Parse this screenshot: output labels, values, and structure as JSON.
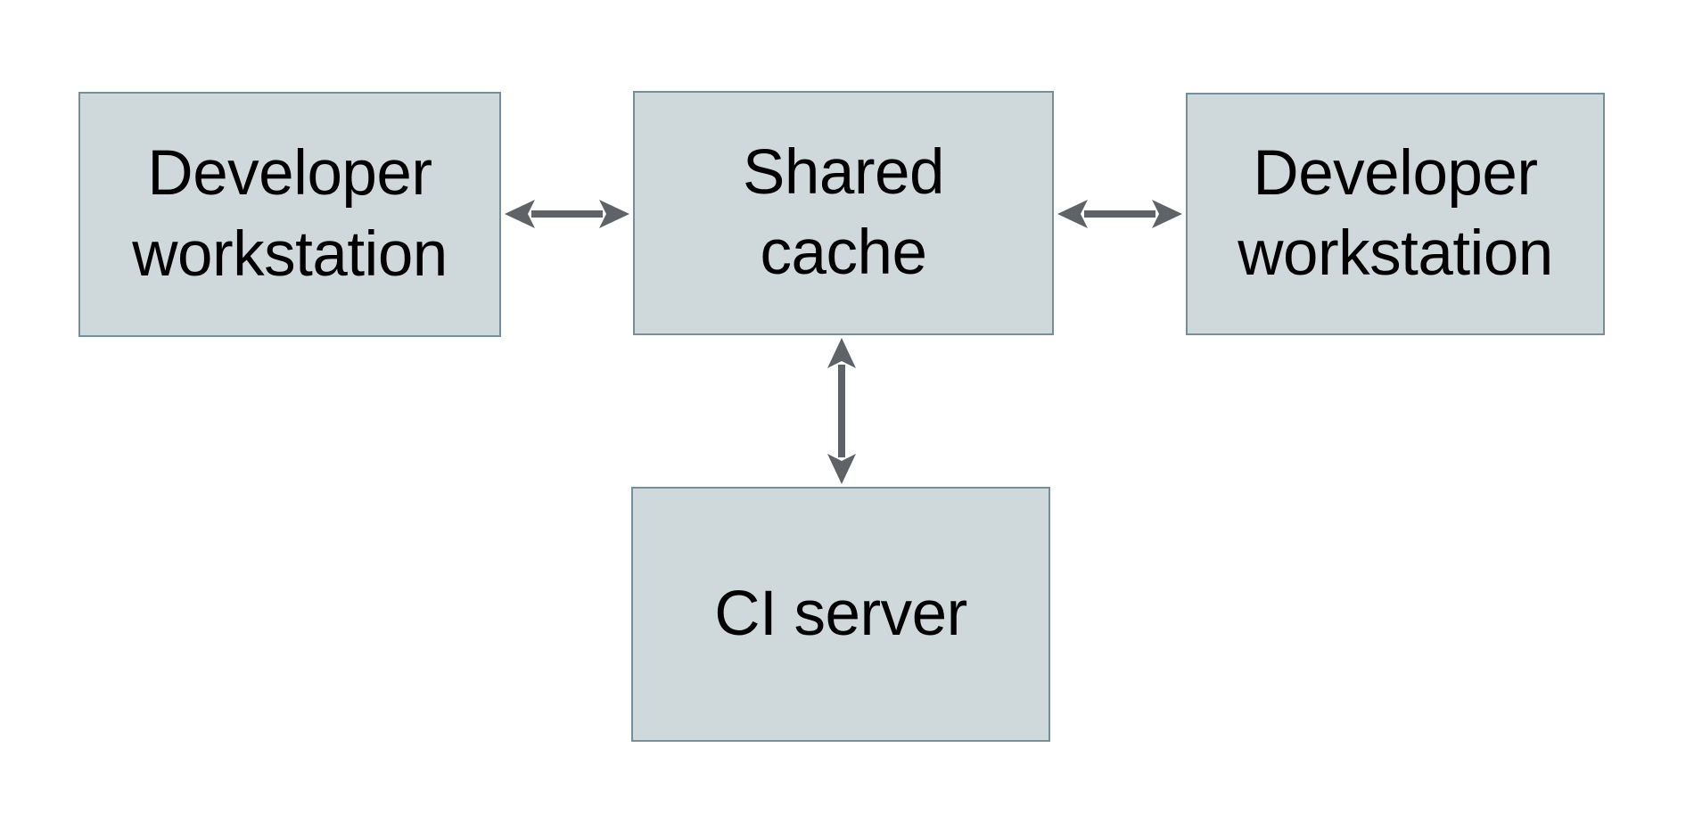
{
  "colors": {
    "background": "#ffffff",
    "box_fill": "#cfd8db",
    "box_border": "#76909b",
    "text_color": "#000000",
    "arrow_color": "#5f6368"
  },
  "diagram": {
    "type": "architecture-diagram",
    "nodes": {
      "dev_left": {
        "id": "developer-workstation-left",
        "label": "Developer\nworkstation"
      },
      "shared_cache": {
        "id": "shared-cache",
        "label": "Shared\ncache"
      },
      "dev_right": {
        "id": "developer-workstation-right",
        "label": "Developer\nworkstation"
      },
      "ci_server": {
        "id": "ci-server",
        "label": "CI server"
      }
    },
    "edges": [
      {
        "from": "developer-workstation-left",
        "to": "shared-cache",
        "direction": "bidirectional"
      },
      {
        "from": "shared-cache",
        "to": "developer-workstation-right",
        "direction": "bidirectional"
      },
      {
        "from": "shared-cache",
        "to": "ci-server",
        "direction": "bidirectional"
      }
    ]
  }
}
